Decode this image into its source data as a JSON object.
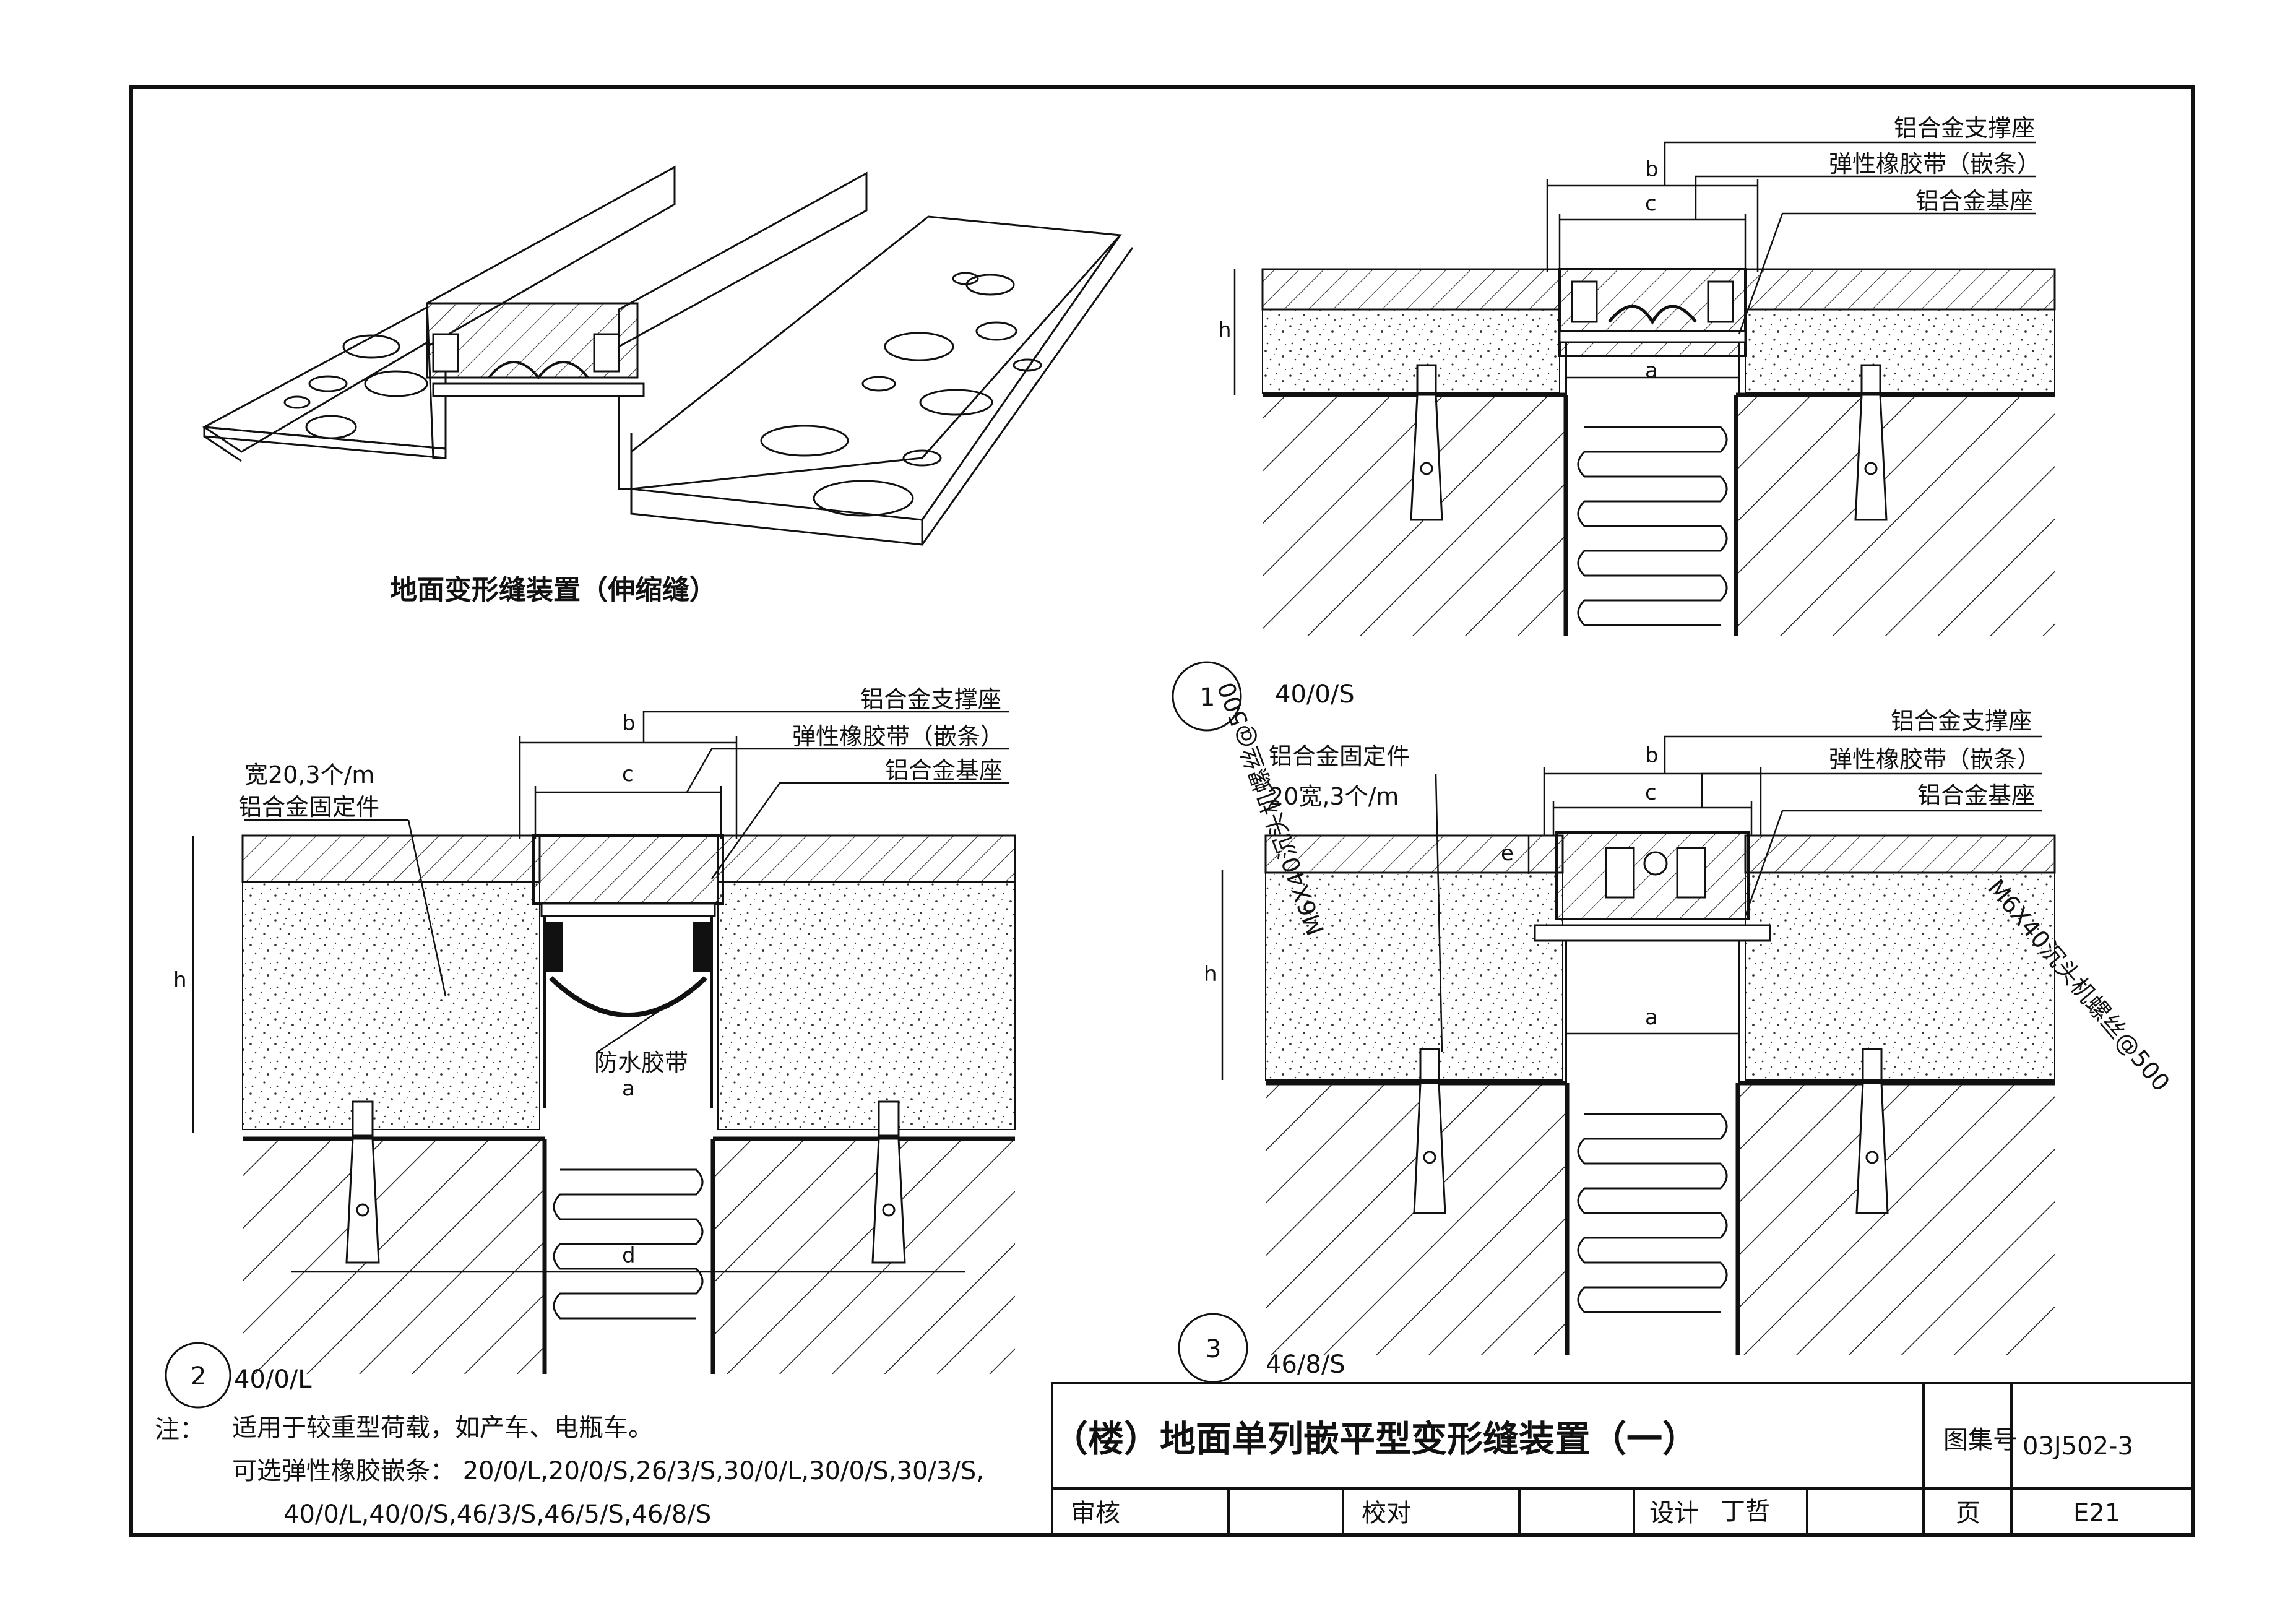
{
  "iso_title": "地面变形缝装置（伸缩缝）",
  "detail1": {
    "number": "1",
    "code": "40/0/S",
    "labels": [
      "铝合金支撑座",
      "弹性橡胶带（嵌条）",
      "铝合金基座"
    ],
    "dims": {
      "b": "b",
      "c": "c",
      "a": "a",
      "h": "h"
    }
  },
  "detail2": {
    "number": "2",
    "code": "40/0/L",
    "labels": [
      "铝合金支撑座",
      "弹性橡胶带（嵌条）",
      "铝合金基座"
    ],
    "fixer_a": "宽20,3个/m",
    "fixer_b": "铝合金固定件",
    "tape": "防水胶带",
    "dims": {
      "b": "b",
      "c": "c",
      "a": "a",
      "h": "h",
      "d": "d"
    }
  },
  "detail3": {
    "number": "3",
    "code": "46/8/S",
    "labels": [
      "铝合金支撑座",
      "弹性橡胶带（嵌条）",
      "铝合金基座"
    ],
    "fixer_a": "铝合金固定件",
    "fixer_b": "20宽,3个/m",
    "screw": "M6X40沉头机螺丝@500",
    "dims": {
      "b": "b",
      "c": "c",
      "e": "e",
      "a": "a",
      "h": "h"
    }
  },
  "notes": {
    "prefix": "注：",
    "line1": "适用于较重型荷载，如产车、电瓶车。",
    "line2": "可选弹性橡胶嵌条：  20/0/L,20/0/S,26/3/S,30/0/L,30/0/S,30/3/S,",
    "line3": "40/0/L,40/0/S,46/3/S,46/5/S,46/8/S"
  },
  "title_block": {
    "title": "（楼）地面单列嵌平型变形缝装置（一）",
    "atlas_label": "图集号",
    "atlas_no": "03J502-3",
    "review": "审核",
    "check": "校对",
    "design": "设计",
    "designer": "丁哲",
    "page_label": "页",
    "page_no": "E21"
  }
}
